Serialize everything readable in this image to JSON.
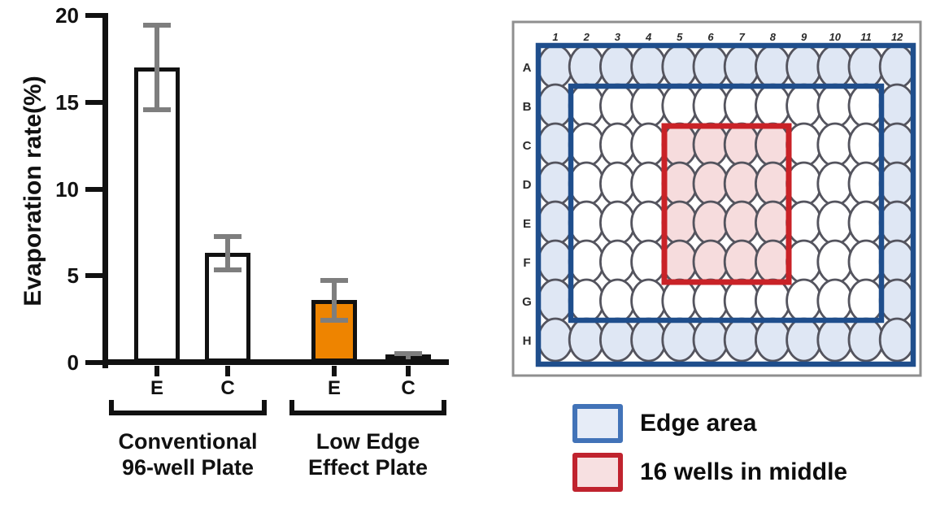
{
  "chart_data": {
    "type": "bar",
    "title": "",
    "ylabel": "Evaporation rate(%)",
    "xlabel": "",
    "ylim": [
      0,
      20
    ],
    "yticks": [
      0,
      5,
      10,
      15,
      20
    ],
    "categories": [
      "E",
      "C",
      "E",
      "C"
    ],
    "values": [
      17.0,
      6.3,
      3.6,
      0.15
    ],
    "error_bars": [
      2.5,
      1.0,
      1.2,
      0.4
    ],
    "bar_fill_colors": [
      "#FFFFFF",
      "#FFFFFF",
      "#EE8400",
      "#FFFFFF"
    ],
    "bar_edge_color": "#111111",
    "error_bar_color": "#7E7E7E",
    "grid": false,
    "legend_position": "none",
    "groups": [
      {
        "line1": "Conventional",
        "line2": "96-well Plate"
      },
      {
        "line1": "Low Edge",
        "line2": "Effect Plate"
      }
    ]
  },
  "plate_diagram": {
    "column_labels": [
      "1",
      "2",
      "3",
      "4",
      "5",
      "6",
      "7",
      "8",
      "9",
      "10",
      "11",
      "12"
    ],
    "row_labels": [
      "A",
      "B",
      "C",
      "D",
      "E",
      "F",
      "G",
      "H"
    ],
    "edge_rows": [
      "A",
      "H"
    ],
    "edge_cols": [
      "1",
      "12"
    ],
    "middle_rows": [
      "C",
      "D",
      "E",
      "F"
    ],
    "middle_cols": [
      "5",
      "6",
      "7",
      "8"
    ],
    "default_well_fill": "#FFFFFF",
    "edge_well_fill": "#DFE7F4",
    "middle_well_fill": "#F6DCDD",
    "well_stroke_color": "#54545E",
    "outer_rect_color": "#1F4E8C",
    "inner_rect_color": "#1F4E8C",
    "middle_rect_color": "#C92227",
    "frame_color": "#8F8F8F",
    "label_color": "#2B2B2B"
  },
  "legend": {
    "items": [
      {
        "label": "Edge area",
        "border_color": "#4273B8",
        "fill_color": "#E6ECF7"
      },
      {
        "label": "16 wells in middle",
        "border_color": "#C0232E",
        "fill_color": "#F7E0E1"
      }
    ]
  }
}
